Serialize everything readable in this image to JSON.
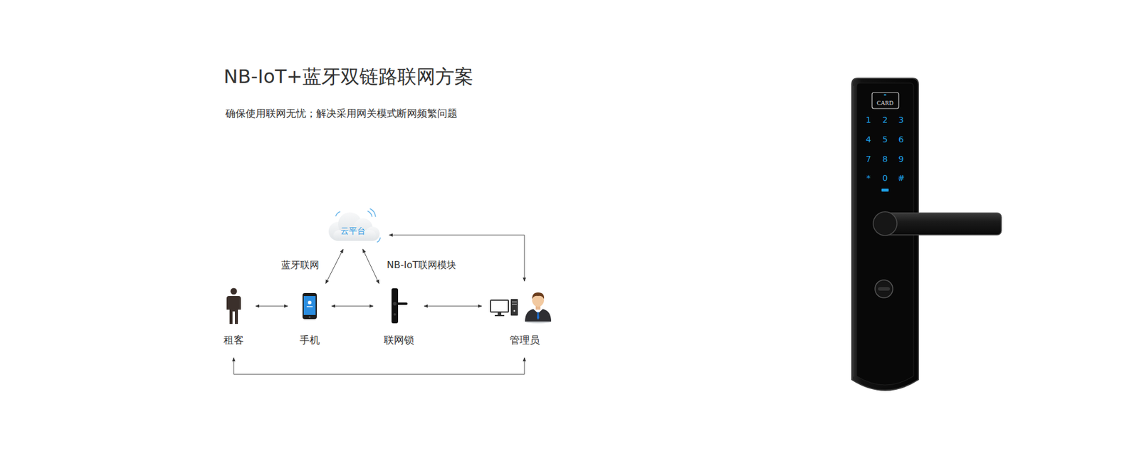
{
  "diagram": {
    "title": "NB-IoT+蓝牙双链路联网方案",
    "nodes": [
      {
        "text": [
          "云平台"
        ]
      },
      {
        "text": [
          "租客"
        ]
      },
      {
        "text": [
          "手机"
        ]
      },
      {
        "text": [
          "联网锁"
        ]
      },
      {
        "text": [
          "管理员"
        ]
      }
    ],
    "edges": [
      {
        "from": 1,
        "to": 2,
        "arrow": "both"
      },
      {
        "from": 2,
        "to": 3,
        "arrow": "both"
      },
      {
        "from": 3,
        "to": 4,
        "arrow": "both"
      },
      {
        "from": 2,
        "to": 0,
        "label": "蓝牙联网",
        "arrow": "both"
      },
      {
        "from": 3,
        "to": 0,
        "label": "NB-IoT联网模块",
        "arrow": "both"
      },
      {
        "from": 0,
        "to": 4,
        "arrow": "both"
      },
      {
        "from": 1,
        "to": 4,
        "arrow": "both"
      }
    ],
    "labels": [
      "确保使用联网无忧；解决采用网关模式断网频繁问题",
      "CARD",
      "1",
      "2",
      "3",
      "4",
      "5",
      "6",
      "7",
      "8",
      "9",
      "*",
      "0",
      "#"
    ]
  }
}
